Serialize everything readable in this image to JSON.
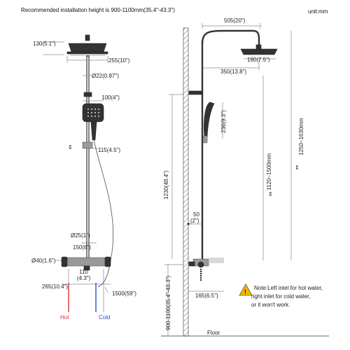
{
  "header": {
    "install_note": "Recommended installation height is 900-1100mm(35.4\"-43.3\")",
    "unit": "unit:mm"
  },
  "front": {
    "head_height": "130(5.1\")",
    "head_width": "255(10\")",
    "pipe_dia_top": "Ø22(0.87\")",
    "handshower_width": "100(4\")",
    "slider_height": "115(4.5\")",
    "pipe_dia_low": "Ø25(1\")",
    "mixer_center": "150(6\")",
    "mixer_dia": "Ø40(1.6\")",
    "outlet_spacing_a": "110",
    "outlet_spacing_b": "(4.3\")",
    "mixer_width": "265(10.4\")",
    "hose_length": "1500(59\")",
    "hot_label": "Hot",
    "cold_label": "Cold"
  },
  "side": {
    "arm_reach": "505(20\")",
    "head_dia": "190(7.5\")",
    "arm_length": "350(13.8\")",
    "handshower_length": "236(9.3\")",
    "slide_range": "1120~1500mm",
    "total_height": "1250~1630mm",
    "riser_height": "1230(48.4\")",
    "offset_a": "50",
    "offset_b": "(2\")",
    "mixer_depth": "165(6.5\")",
    "install_height": "900-1100(35.4\"-43.3\")",
    "floor_label": "Floor",
    "warning_lines": [
      "Note:Left intel for hot water,",
      "right inlet for cold water,",
      "or it won't work."
    ],
    "warning_symbol": "!"
  },
  "colors": {
    "hot": "#d9342b",
    "cold": "#2f4fc7",
    "warning_fill": "#f5b800"
  }
}
